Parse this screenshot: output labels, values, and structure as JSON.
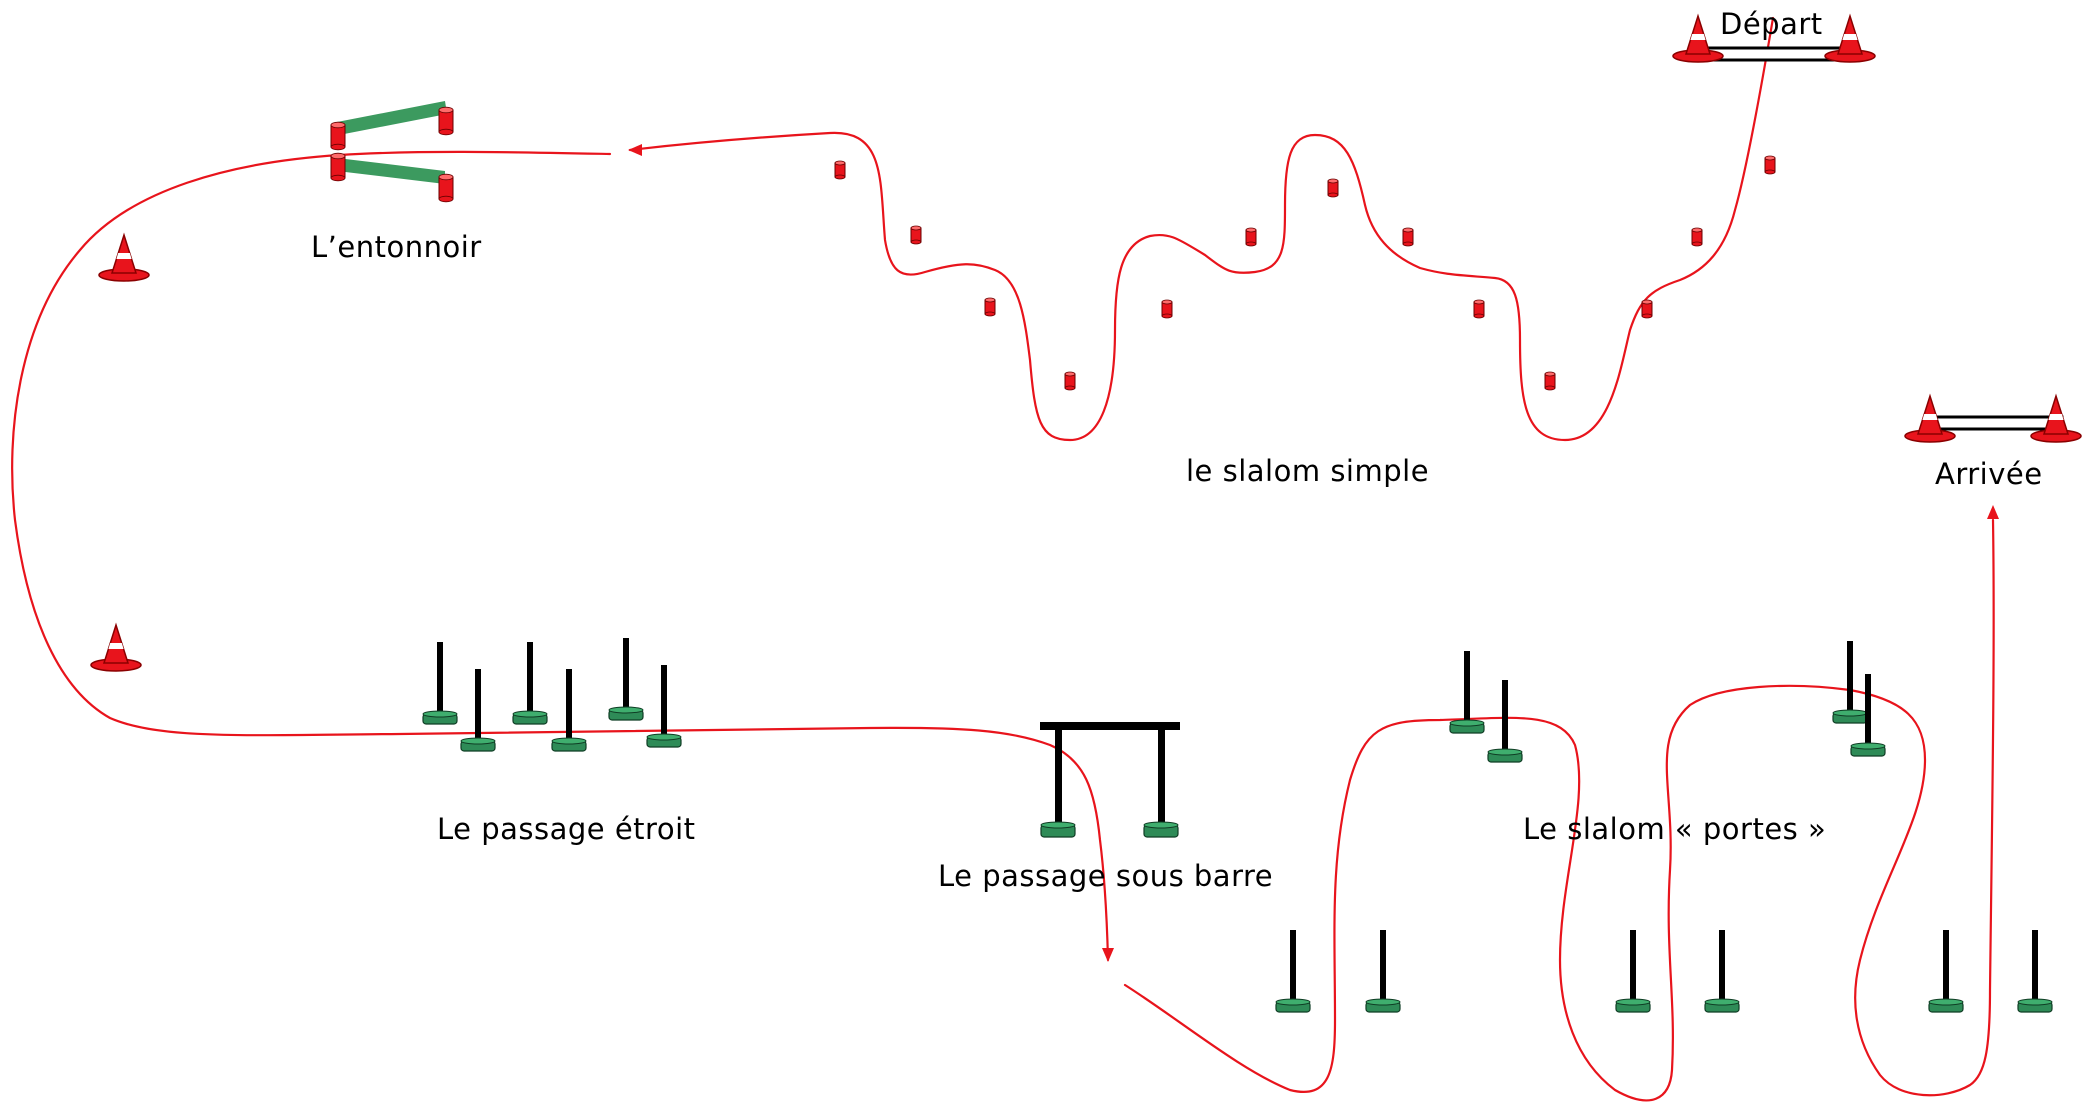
{
  "labels": {
    "depart": "Départ",
    "arrivee": "Arrivée",
    "entonnoir": "L’entonnoir",
    "slalom_simple": "le slalom simple",
    "passage_etroit": "Le passage étroit",
    "passage_sous_barre": "Le passage sous barre",
    "slalom_portes": "Le slalom « portes »"
  },
  "colors": {
    "path": "#e8141c",
    "cone": "#e8141c",
    "pole": "#000000",
    "base": "#2e8b57",
    "funnel_bar": "#3c9a5f"
  },
  "icons": [
    "traffic-cone-icon",
    "red-marker-icon",
    "pole-with-base-icon",
    "funnel-icon",
    "bar-gate-icon"
  ]
}
